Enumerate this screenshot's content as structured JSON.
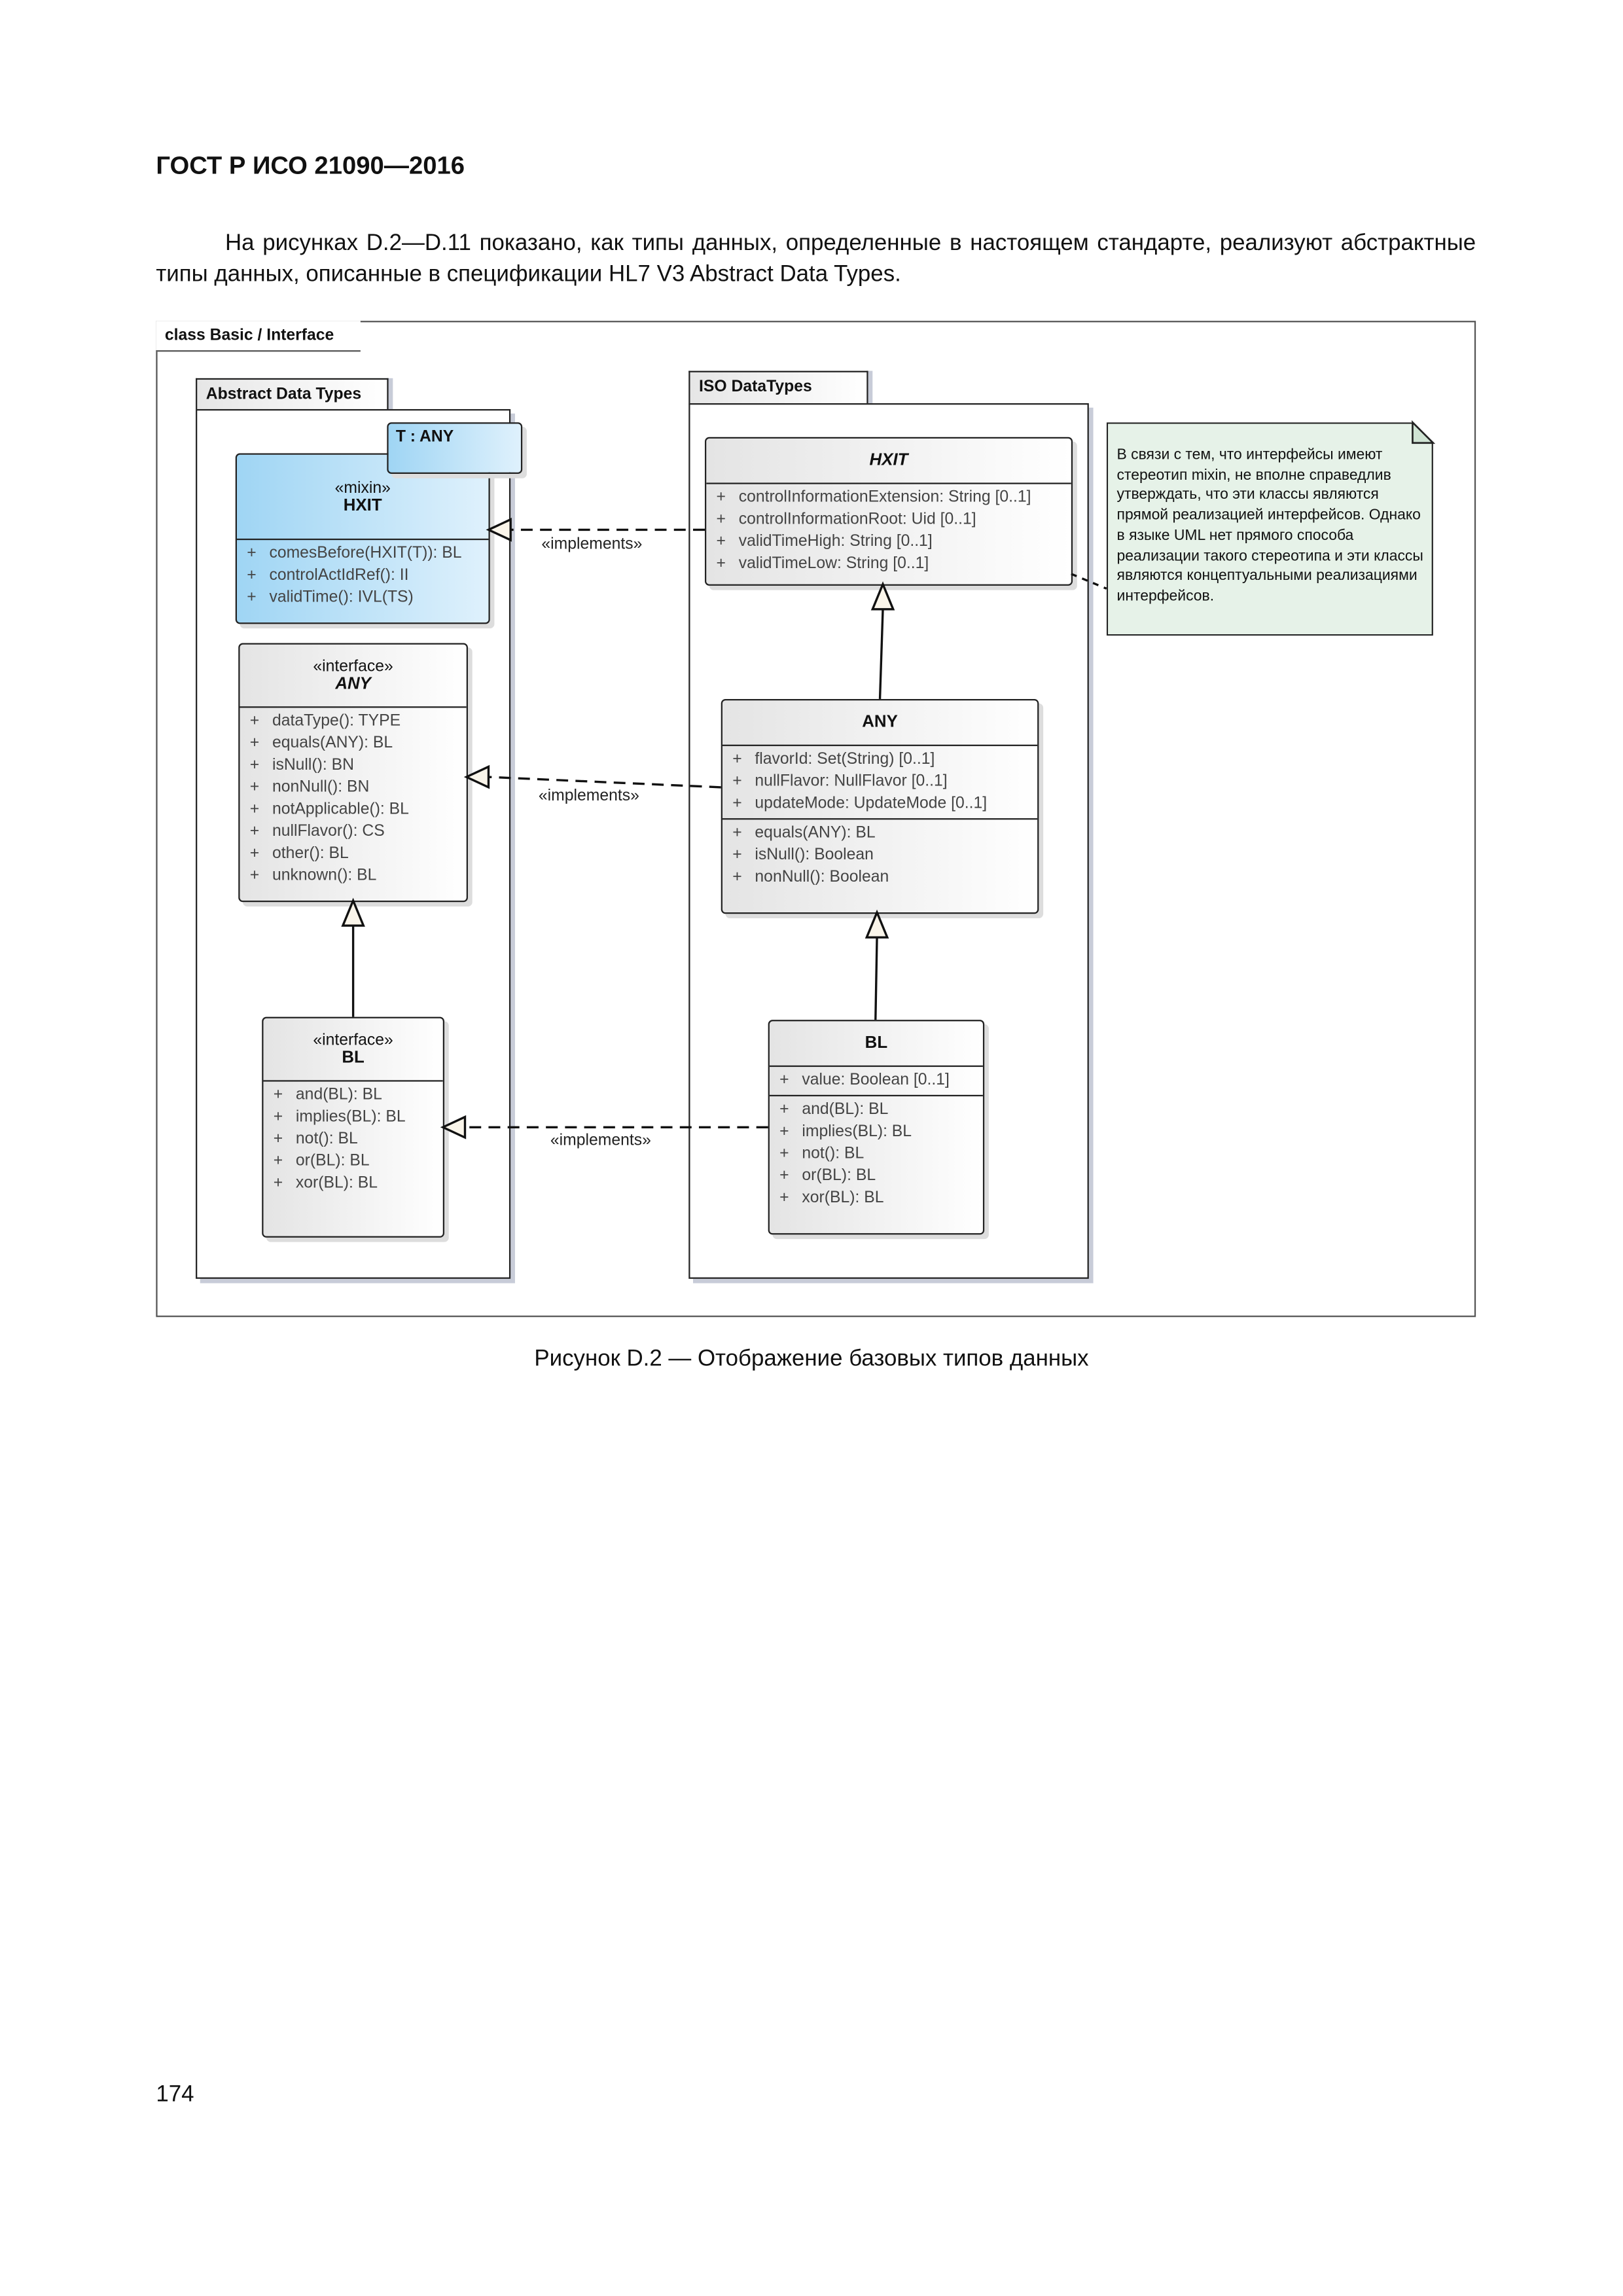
{
  "header": "ГОСТ Р ИСО 21090—2016",
  "intro": "На рисунках D.2—D.11 показано, как типы данных, определенные в настоящем стандарте, реализуют абстрактные типы данных, описанные в спецификации HL7 V3 Abstract Data Types.",
  "diagram": {
    "frame_title": "class Basic / Interface",
    "abstract_pkg": {
      "title": "Abstract Data Types",
      "template_param": "T : ANY",
      "hxit": {
        "stereotype": "«mixin»",
        "name": "HXIT",
        "ops": [
          "comesBefore(HXIT(T)): BL",
          "controlActIdRef(): II",
          "validTime(): IVL(TS)"
        ]
      },
      "any": {
        "stereotype": "«interface»",
        "name": "ANY",
        "ops": [
          "dataType(): TYPE",
          "equals(ANY): BL",
          "isNull(): BN",
          "nonNull(): BN",
          "notApplicable(): BL",
          "nullFlavor(): CS",
          "other(): BL",
          "unknown(): BL"
        ]
      },
      "bl": {
        "stereotype": "«interface»",
        "name": "BL",
        "ops": [
          "and(BL): BL",
          "implies(BL): BL",
          "not(): BL",
          "or(BL): BL",
          "xor(BL): BL"
        ]
      }
    },
    "iso_pkg": {
      "title": "ISO DataTypes",
      "hxit": {
        "name": "HXIT",
        "attrs": [
          "controlInformationExtension: String [0..1]",
          "controlInformationRoot: Uid [0..1]",
          "validTimeHigh: String [0..1]",
          "validTimeLow: String [0..1]"
        ]
      },
      "any": {
        "name": "ANY",
        "attrs": [
          "flavorId: Set(String) [0..1]",
          "nullFlavor: NullFlavor [0..1]",
          "updateMode: UpdateMode [0..1]"
        ],
        "ops": [
          "equals(ANY): BL",
          "isNull(): Boolean",
          "nonNull(): Boolean"
        ]
      },
      "bl": {
        "name": "BL",
        "attrs": [
          "value: Boolean [0..1]"
        ],
        "ops": [
          "and(BL): BL",
          "implies(BL): BL",
          "not(): BL",
          "or(BL): BL",
          "xor(BL): BL"
        ]
      }
    },
    "visibility": "+",
    "implements_label": "«implements»",
    "note": "В связи с тем, что интерфейсы имеют стереотип mixin, не вполне справедлив утверждать, что эти классы являются прямой реализацией интерфейсов. Однако в языке UML нет прямого способа реализации такого стереотипа и эти классы являются концептуальными реализациями интерфейсов.",
    "colors": {
      "mixin_fill": "#a9daf6",
      "note_fill": "#e6f2e8",
      "class_fill": "#e8e8e8"
    }
  },
  "caption": "Рисунок D.2 — Отображение базовых типов данных",
  "page_number": "174"
}
